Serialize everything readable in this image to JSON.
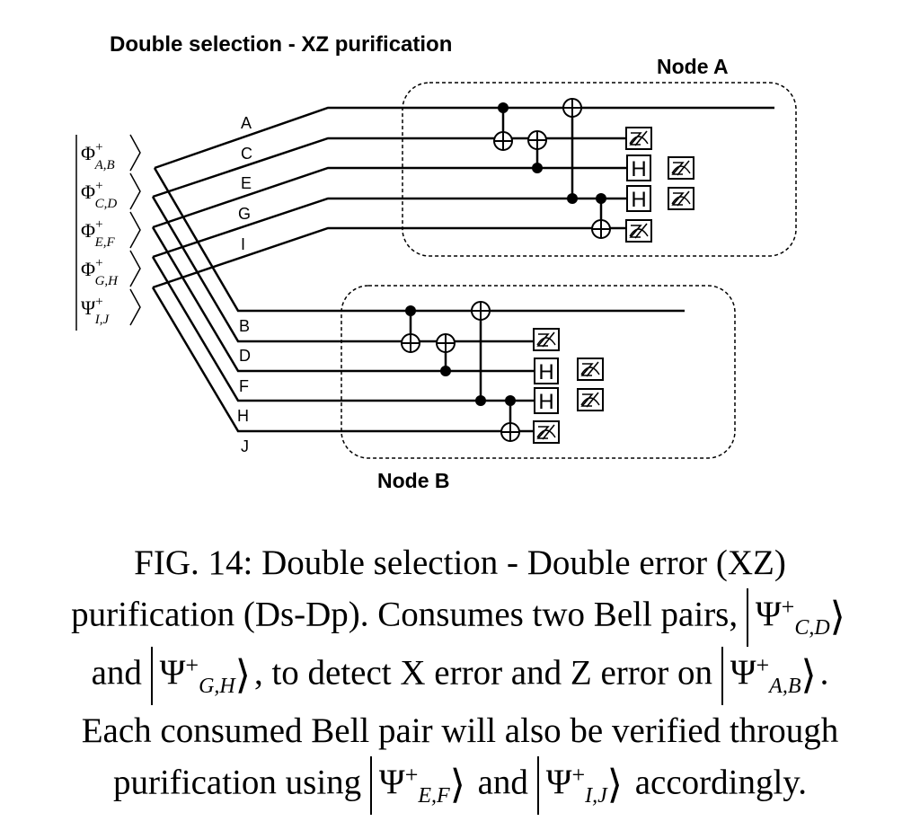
{
  "diagram": {
    "title": "Double selection - XZ purification",
    "node_a_label": "Node A",
    "node_b_label": "Node B",
    "gate_h": "H",
    "bell_pairs": [
      {
        "symbol": "Φ",
        "sup": "+",
        "sub": "A,B"
      },
      {
        "symbol": "Φ",
        "sup": "+",
        "sub": "C,D"
      },
      {
        "symbol": "Φ",
        "sup": "+",
        "sub": "E,F"
      },
      {
        "symbol": "Φ",
        "sup": "+",
        "sub": "G,H"
      },
      {
        "symbol": "Ψ",
        "sup": "+",
        "sub": "I,J"
      }
    ],
    "wires_a": [
      "A",
      "C",
      "E",
      "G",
      "I"
    ],
    "wires_b": [
      "B",
      "D",
      "F",
      "H",
      "J"
    ]
  },
  "caption": {
    "l1": "FIG. 14: Double selection - Double error (XZ)",
    "l2a": "purification (Ds-Dp). Consumes two Bell pairs,",
    "l3a": "and",
    "l3b": ", to detect X error and Z error on",
    "l3c": ".",
    "l4": "Each consumed Bell pair will also be verified through",
    "l5a": "purification using",
    "l5b": "and",
    "l5c": "accordingly.",
    "ket_cd": {
      "symbol": "Ψ",
      "sup": "+",
      "sub": "C,D"
    },
    "ket_gh": {
      "symbol": "Ψ",
      "sup": "+",
      "sub": "G,H"
    },
    "ket_ab": {
      "symbol": "Ψ",
      "sup": "+",
      "sub": "A,B"
    },
    "ket_ef": {
      "symbol": "Ψ",
      "sup": "+",
      "sub": "E,F"
    },
    "ket_ij": {
      "symbol": "Ψ",
      "sup": "+",
      "sub": "I,J"
    }
  }
}
